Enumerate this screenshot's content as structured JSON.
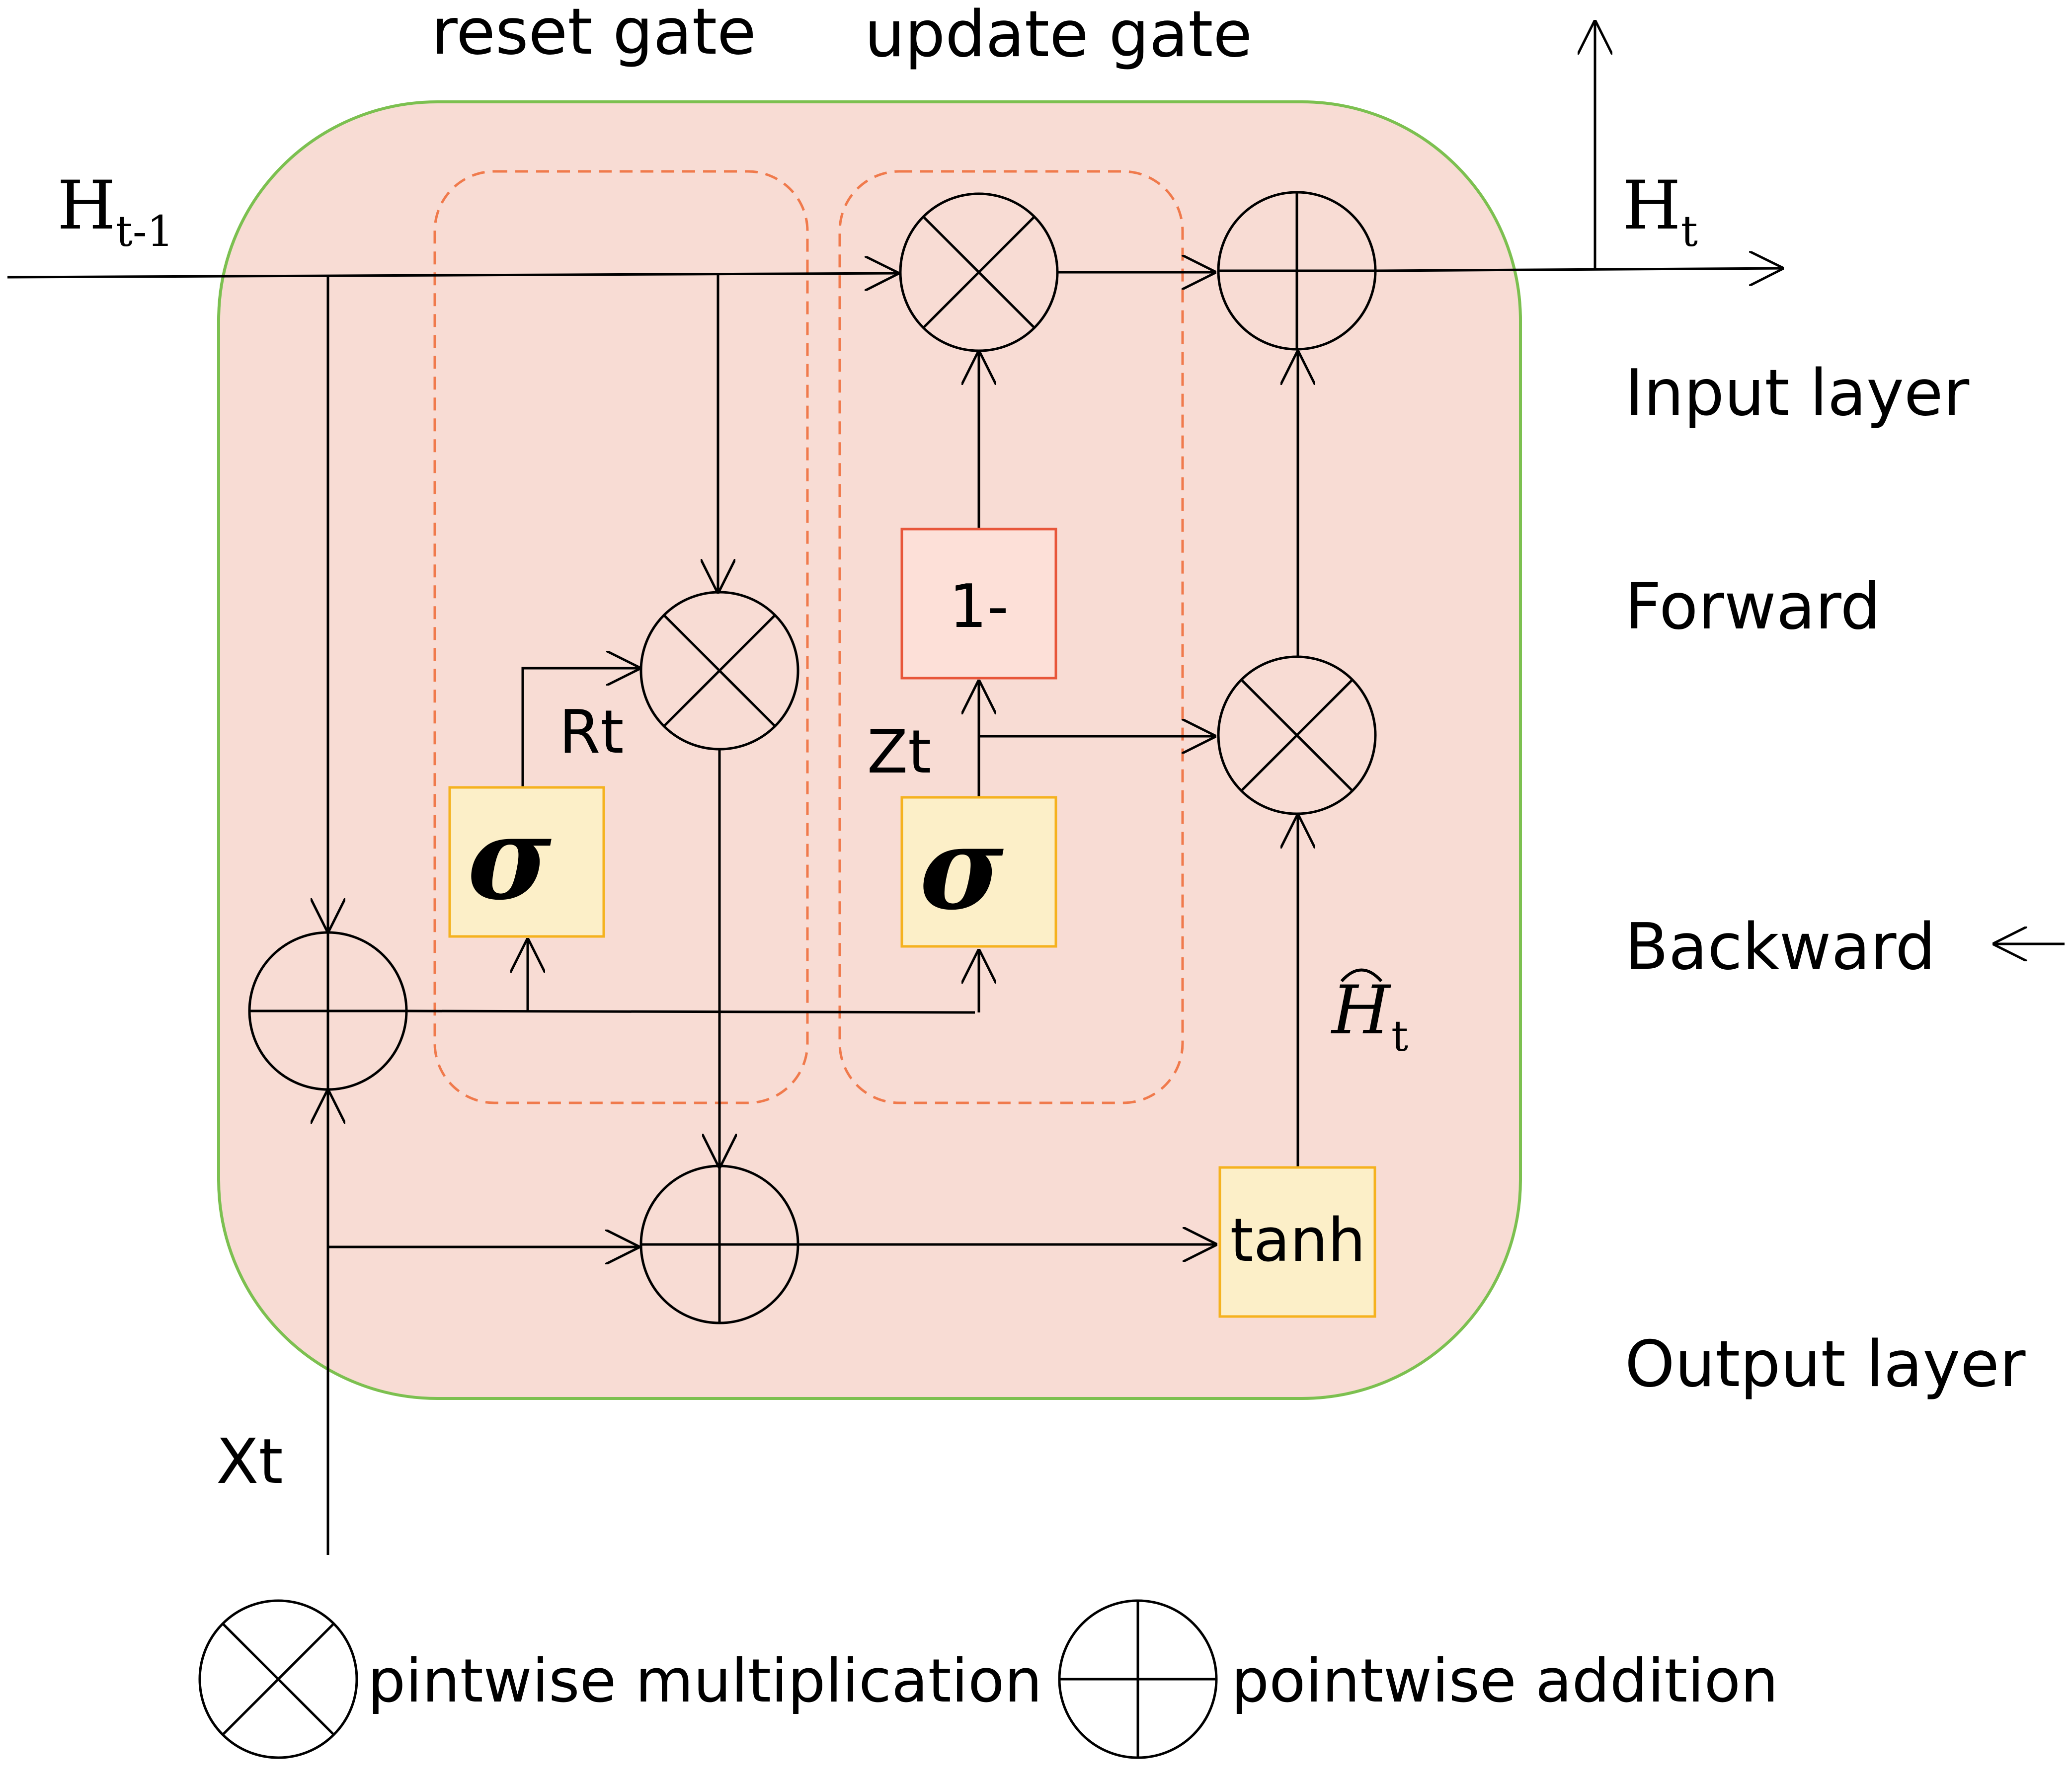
{
  "labels": {
    "reset_gate": "reset gate",
    "update_gate": "update gate",
    "h_prev_base": "H",
    "h_prev_sub": "t-1",
    "h_out_base": "H",
    "h_out_sub": "t",
    "x_in": "Xt",
    "r_t": "Rt",
    "z_t": "Zt",
    "h_hat_base": "H",
    "h_hat_sub": "t",
    "sigma": "σ",
    "one_minus": "1-",
    "tanh": "tanh"
  },
  "side_labels": {
    "input_layer": "Input layer",
    "forward": "Forward",
    "backward": "Backward",
    "output_layer": "Output layer"
  },
  "legend": {
    "multiplication": "pintwise multiplication",
    "addition": "pointwise addition"
  },
  "colors": {
    "cell_fill": "#f8dcd4",
    "cell_border": "#7cc050",
    "gate_dash": "#f07a4c",
    "sigma_fill": "#fcefc8",
    "sigma_border": "#f5b21f",
    "one_minus_border": "#e8563a",
    "line": "#000000"
  }
}
